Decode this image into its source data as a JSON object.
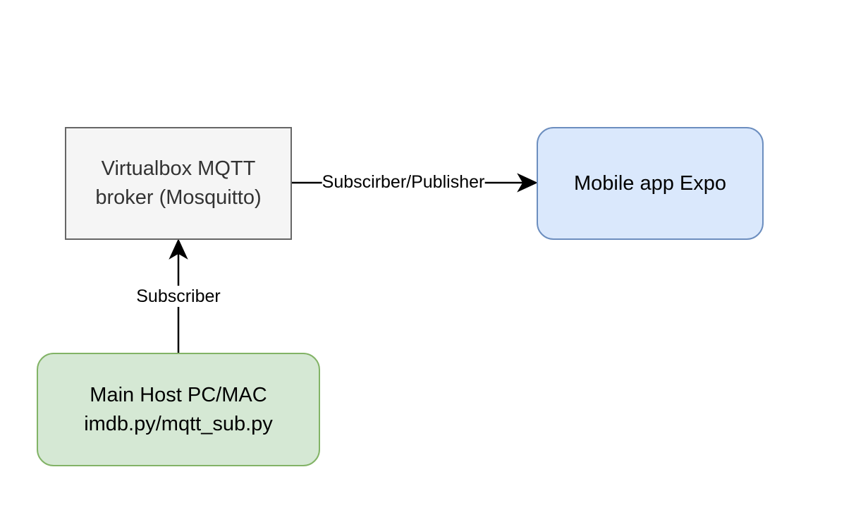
{
  "diagram": {
    "nodes": {
      "broker": {
        "line1": "Virtualbox MQTT",
        "line2": "broker (Mosquitto)",
        "fill": "#f5f5f5",
        "stroke": "#666666"
      },
      "mobile_app": {
        "line1": "Mobile app Expo",
        "fill": "#dae8fc",
        "stroke": "#6c8ebf"
      },
      "host": {
        "line1": "Main Host PC/MAC",
        "line2": "imdb.py/mqtt_sub.py",
        "fill": "#d5e8d4",
        "stroke": "#82b366"
      }
    },
    "edges": {
      "broker_to_mobile": {
        "label": "Subscirber/Publisher",
        "from": "broker",
        "to": "mobile_app"
      },
      "host_to_broker": {
        "label": "Subscriber",
        "from": "host",
        "to": "broker"
      }
    }
  }
}
